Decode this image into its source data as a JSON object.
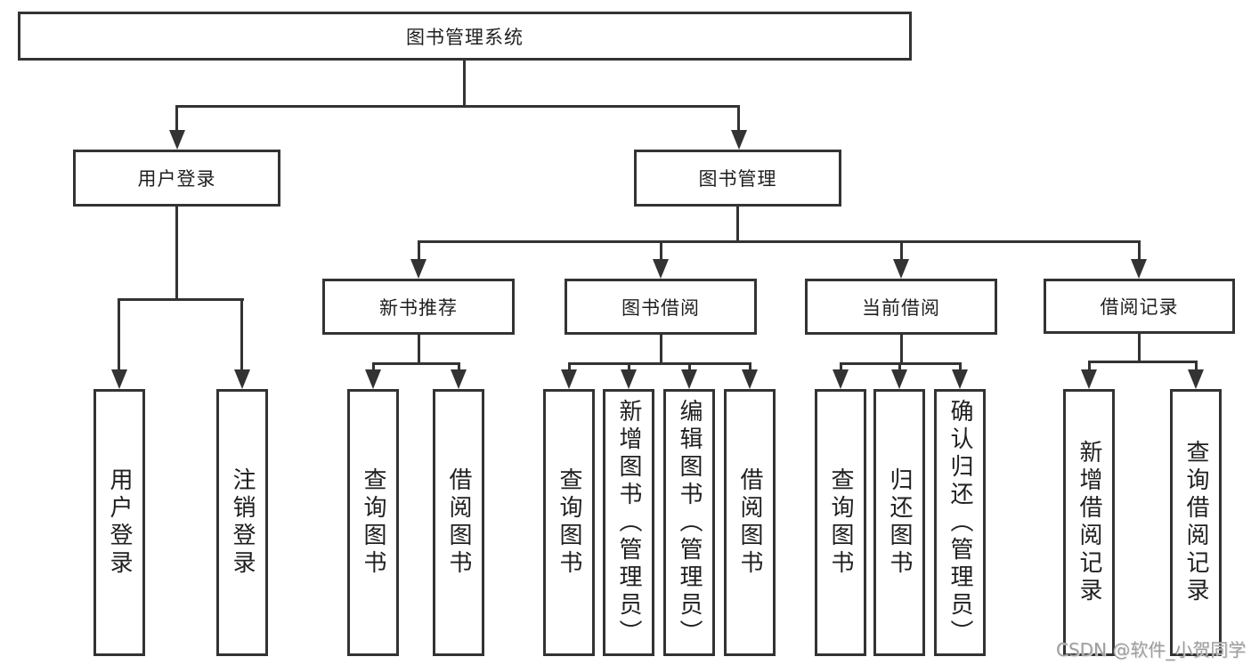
{
  "nodes": {
    "root": "图书管理系统",
    "user_login": "用户登录",
    "book_management": "图书管理",
    "new_book_recommend": "新书推荐",
    "book_borrowing": "图书借阅",
    "current_borrowing": "当前借阅",
    "borrowing_records": "借阅记录",
    "user_login_leaf": "用户登录",
    "logout_leaf": "注销登录",
    "query_books_a": "查询图书",
    "borrow_books_a": "借阅图书",
    "query_books_b": "查询图书",
    "add_books_admin": "新增图书（管理员）",
    "edit_books_admin": "编辑图书（管理员）",
    "borrow_books_b": "借阅图书",
    "query_books_c": "查询图书",
    "return_books": "归还图书",
    "confirm_return_admin": "确认归还（管理员）",
    "add_borrow_record": "新增借阅记录",
    "query_borrow_record": "查询借阅记录"
  },
  "watermark": "CSDN @软件_小贺同学",
  "colors": {
    "line": "#333333",
    "box_border": "#333333",
    "text": "#1f1f1f",
    "watermark": "#9e9e9e",
    "background": "#ffffff"
  }
}
